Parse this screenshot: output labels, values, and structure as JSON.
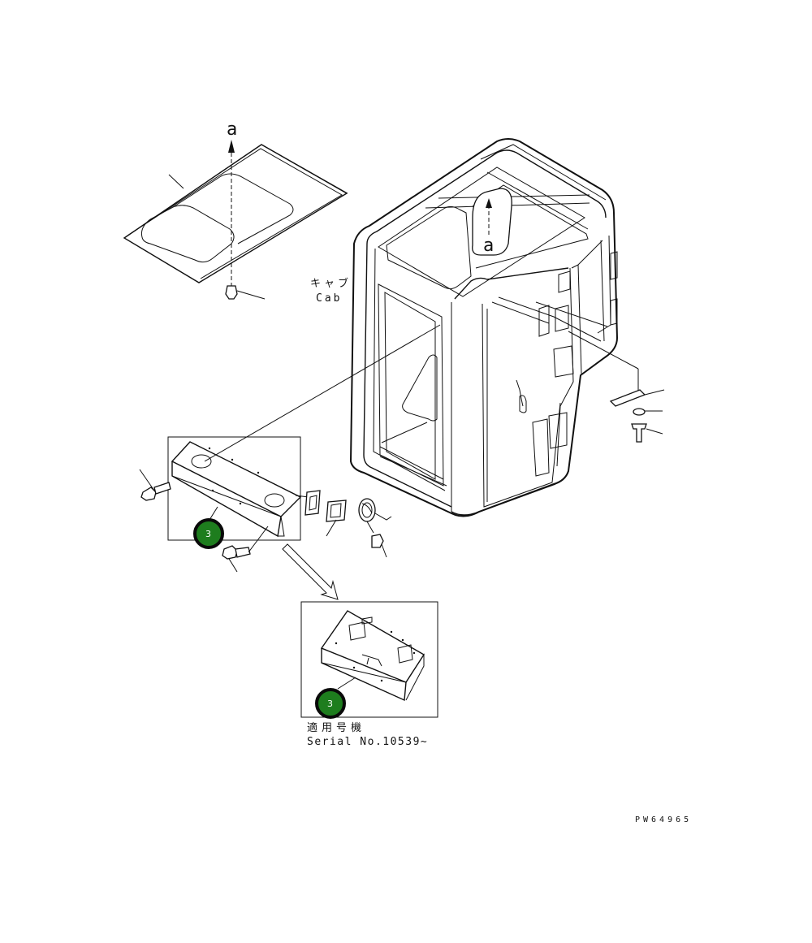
{
  "labels": {
    "view_marker_top": "a",
    "view_marker_cab": "a",
    "cab_label_jp": "キャブ",
    "cab_label_en": "Cab",
    "serial_label_jp": "適用号機",
    "serial_label_en": "Serial No.10539~",
    "drawing_code": "PW64965"
  },
  "callouts": [
    {
      "number": "3"
    },
    {
      "number": "3"
    }
  ],
  "colors": {
    "line": "#111111",
    "callout_fill": "#1e7d1e",
    "callout_border": "#0a0a0a",
    "callout_text": "#ffffff",
    "background": "#ffffff"
  }
}
